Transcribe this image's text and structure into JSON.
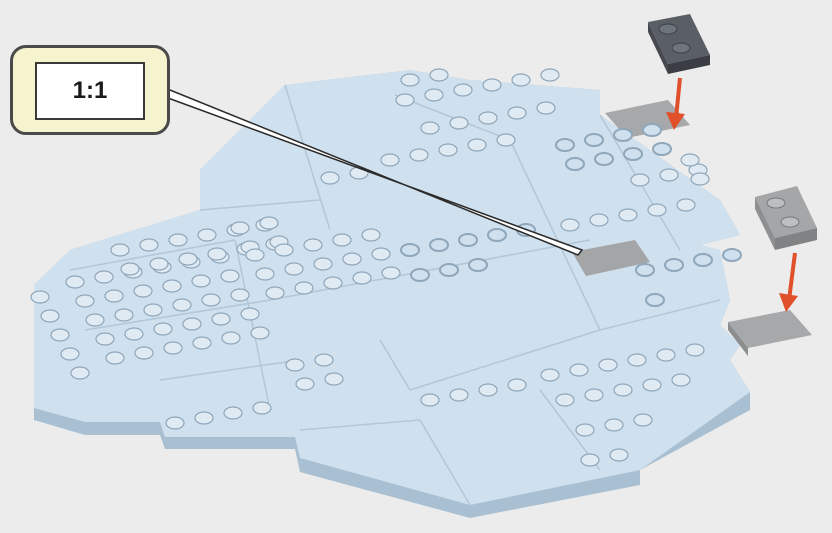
{
  "callout": {
    "scale_label": "1:1"
  },
  "colors": {
    "background": "#ececec",
    "plate_top": "#cfe0ee",
    "plate_side": "#a9c0d2",
    "stud_top": "#dfeaf3",
    "stud_ring": "#8fa7ba",
    "new_dark_plate": "#555a60",
    "new_light_plate": "#a6a8aa",
    "arrow": "#e0502a",
    "callout_fill": "#f6f3cf",
    "highlight_tile": "#a3a5a7"
  },
  "parts": {
    "dark_plate_icon": "dark-gray-1x2-plate",
    "light_plate_icon": "light-gray-1x2-plate",
    "arrow_icon": "down-arrow"
  }
}
